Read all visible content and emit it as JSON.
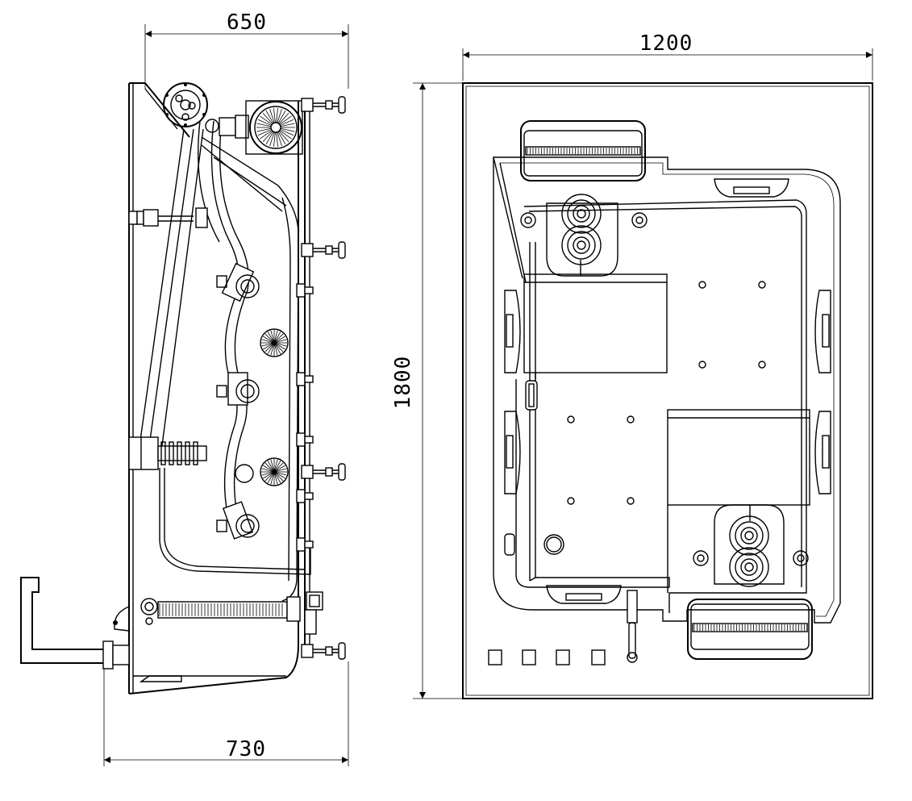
{
  "dimensions": {
    "side_top_width": "650",
    "side_bottom_width": "730",
    "top_width": "1200",
    "top_length": "1800"
  },
  "colors": {
    "line": "#000000",
    "background": "#ffffff"
  }
}
